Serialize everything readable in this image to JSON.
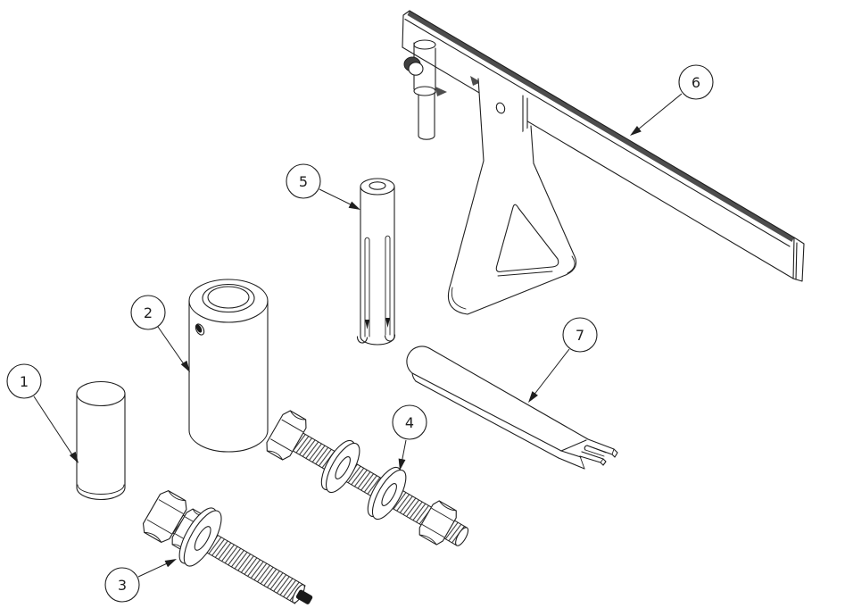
{
  "drawing": {
    "background": "#ffffff",
    "line_color": "#1f1f1f",
    "edge_shading_color": "#4d4d4d",
    "callouts": [
      {
        "number": "1"
      },
      {
        "number": "2"
      },
      {
        "number": "3"
      },
      {
        "number": "4"
      },
      {
        "number": "5"
      },
      {
        "number": "6"
      },
      {
        "number": "7"
      }
    ]
  }
}
